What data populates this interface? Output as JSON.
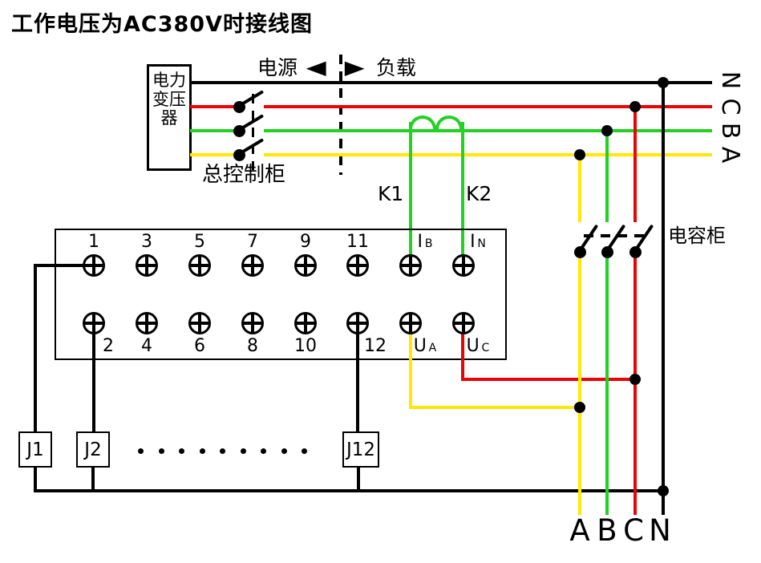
{
  "title": "工作电压为AC380V时接线图",
  "labels": {
    "transformer": "电力变压器",
    "source": "电源",
    "load": "负载",
    "left_arrow": "◀",
    "right_arrow": "▶",
    "main_cabinet": "总控制柜",
    "capacitor_cabinet": "电容柜",
    "k1": "K1",
    "k2": "K2"
  },
  "colors": {
    "phase_a_yellow": "#ffe805",
    "phase_b_green": "#22d122",
    "phase_c_red": "#e80505",
    "neutral_black": "#000000"
  },
  "terminal_block": {
    "top_row": [
      {
        "label": "1"
      },
      {
        "label": "3"
      },
      {
        "label": "5"
      },
      {
        "label": "7"
      },
      {
        "label": "9"
      },
      {
        "label": "11"
      },
      {
        "label": "I",
        "sub": "B"
      },
      {
        "label": "I",
        "sub": "N"
      }
    ],
    "bottom_row": [
      {
        "label": "2"
      },
      {
        "label": "4"
      },
      {
        "label": "6"
      },
      {
        "label": "8"
      },
      {
        "label": "10"
      },
      {
        "label": "12"
      },
      {
        "label": "U",
        "sub": "A"
      },
      {
        "label": "U",
        "sub": "C"
      }
    ]
  },
  "relays": {
    "j1": "J1",
    "j2": "J2",
    "j12": "J12"
  },
  "phase_labels_right": [
    "N",
    "C",
    "B",
    "A"
  ],
  "phase_labels_bottom": [
    "A",
    "B",
    "C",
    "N"
  ]
}
